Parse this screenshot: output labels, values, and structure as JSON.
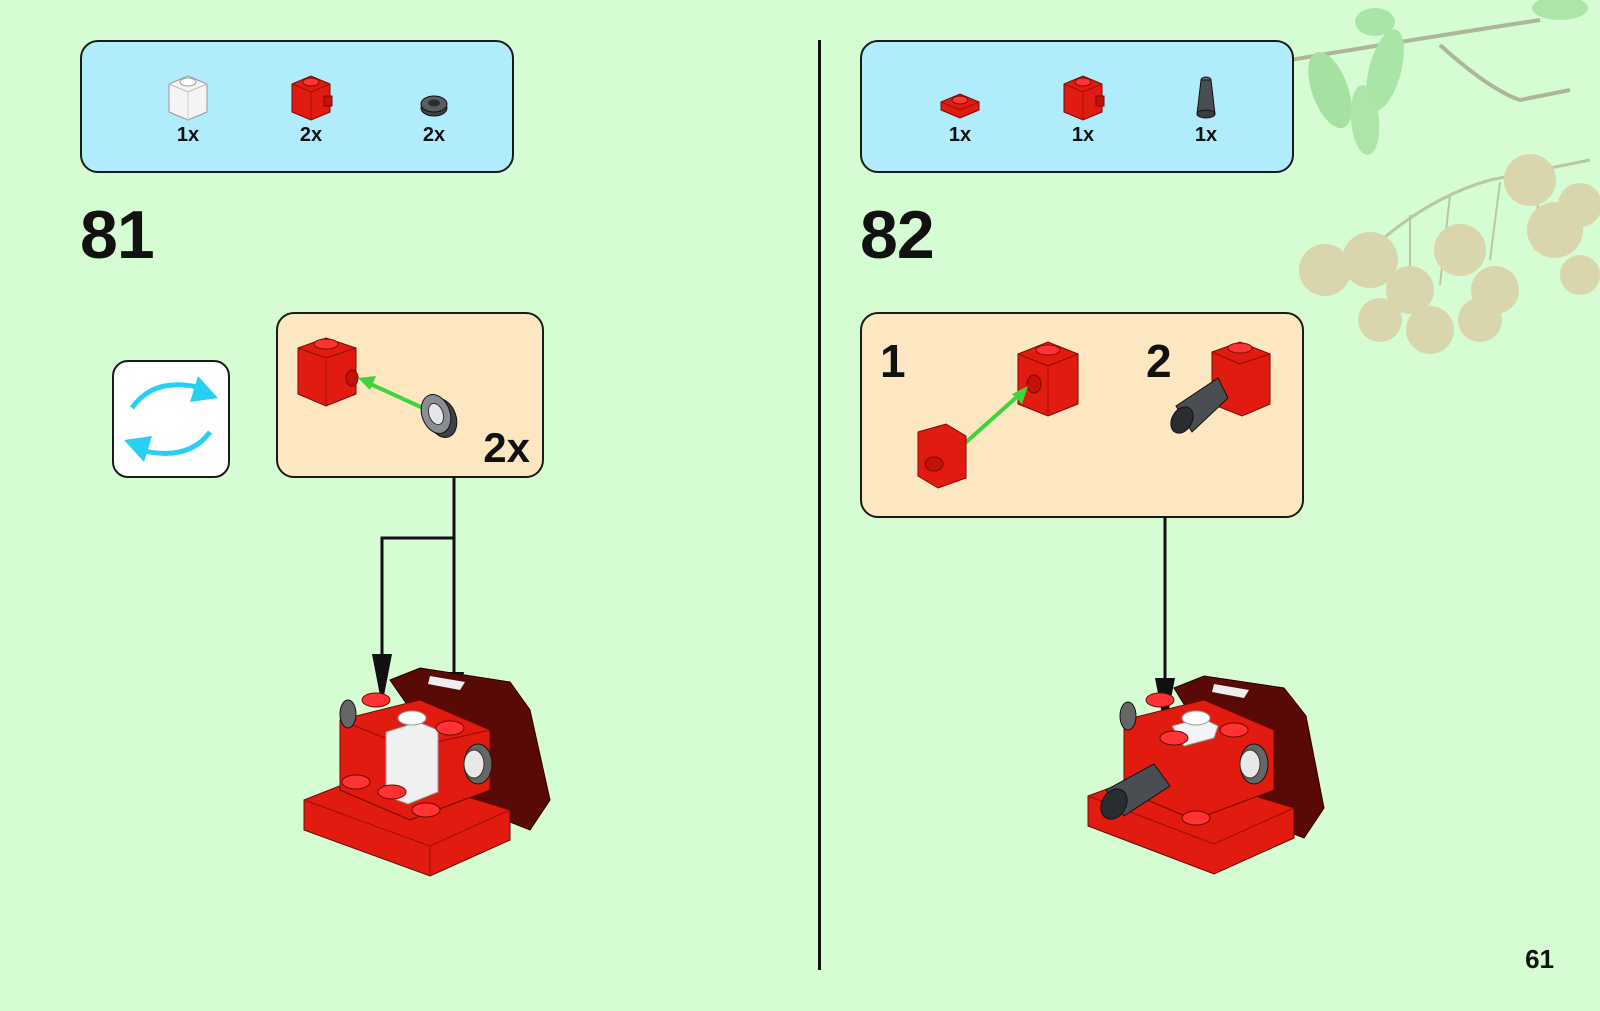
{
  "page": {
    "number": "61"
  },
  "steps": [
    {
      "number": "81",
      "parts": [
        {
          "qty": "1x",
          "icon": "white-brick-1x1-icon",
          "color": "#f2f2f2"
        },
        {
          "qty": "2x",
          "icon": "red-brick-1x1-side-stud-icon",
          "color": "#e11b0f"
        },
        {
          "qty": "2x",
          "icon": "dark-grey-round-plate-icon",
          "color": "#4a4e52"
        }
      ],
      "callout": {
        "multiplier": "2x"
      },
      "rotate_icon": "rotate-model-icon"
    },
    {
      "number": "82",
      "parts": [
        {
          "qty": "1x",
          "icon": "red-plate-1x1-icon",
          "color": "#e11b0f"
        },
        {
          "qty": "1x",
          "icon": "red-brick-1x1-side-stud-icon",
          "color": "#e11b0f"
        },
        {
          "qty": "1x",
          "icon": "dark-grey-cone-icon",
          "color": "#4a4e52"
        }
      ],
      "callout": {
        "sub_steps": [
          "1",
          "2"
        ]
      }
    }
  ],
  "colors": {
    "background": "#d6fcd3",
    "parts_list": "#b0ecfc",
    "callout": "#fde7c0",
    "arrow_green": "#3fd43b",
    "rotate_arrows": "#27d0f2"
  }
}
